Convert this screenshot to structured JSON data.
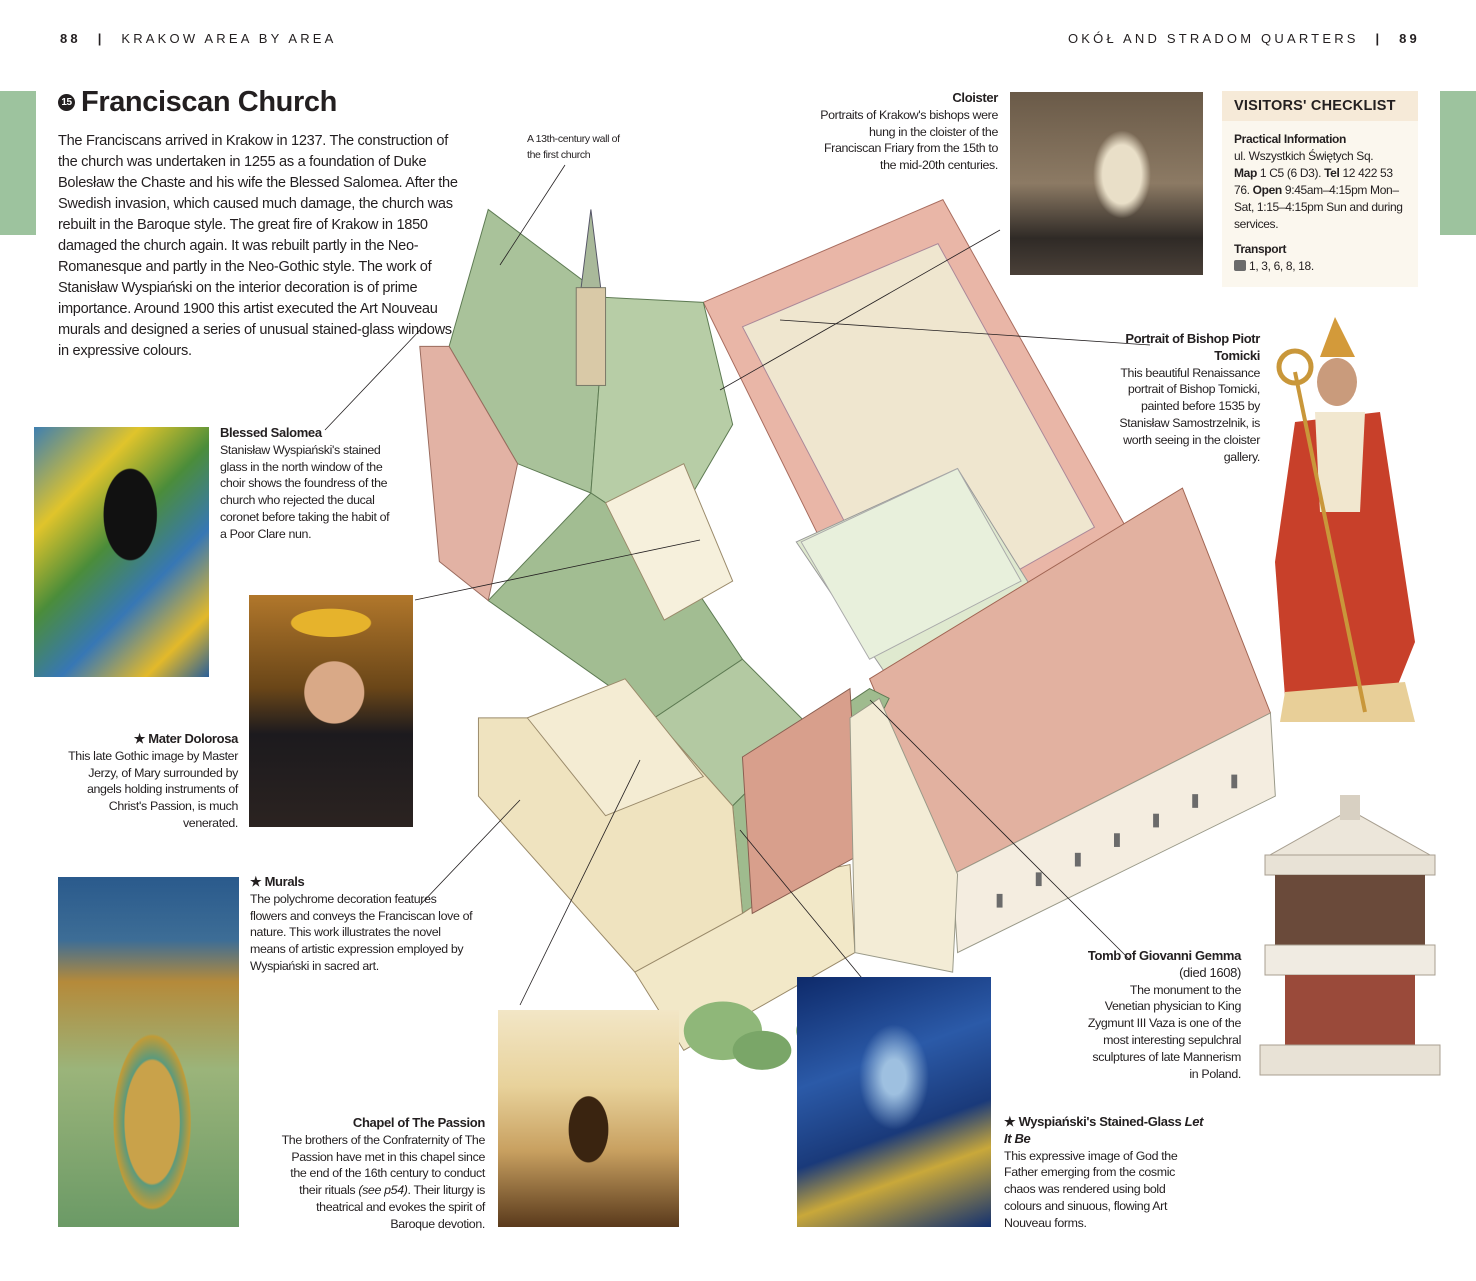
{
  "header": {
    "left_page": "88",
    "left_section": "KRAKOW AREA BY AREA",
    "right_section": "OKÓŁ AND STRADOM QUARTERS",
    "right_page": "89"
  },
  "title": {
    "number": "15",
    "text": "Franciscan Church"
  },
  "intro": "The Franciscans arrived in Krakow in 1237. The construction of the church was undertaken in 1255 as a foundation of Duke Bolesław the Chaste and his wife the Blessed Salomea. After the Swedish invasion, which caused much damage, the church was rebuilt in the Baroque style. The great fire of Krakow in 1850 damaged the church again. It was rebuilt partly in the Neo-Romanesque and partly in the Neo-Gothic style. The work of Stanisław Wyspiański on the interior decoration is of prime importance. Around 1900 this artist executed the Art Nouveau murals and designed a series of unusual stained-glass windows in expressive colours.",
  "callouts": {
    "wall": "A 13th-century wall of the first church",
    "salomea": {
      "title": "Blessed Salomea",
      "text": "Stanisław Wyspiański's stained glass in the north window of the choir shows the foundress of the church who rejected the ducal coronet before taking the habit of a Poor Clare nun."
    },
    "mater": {
      "title": "★ Mater Dolorosa",
      "text": "This late Gothic image by Master Jerzy, of Mary surrounded by angels holding instruments of Christ's Passion, is much venerated."
    },
    "murals": {
      "title": "★ Murals",
      "text": "The polychrome decoration features flowers and conveys the Franciscan love of nature. This work illustrates the novel means of artistic expression employed by Wyspiański in sacred art."
    },
    "chapel": {
      "title": "Chapel of The Passion",
      "text_a": "The brothers of the Confraternity of The Passion have met in this chapel since the end of the 16th century to conduct their rituals ",
      "text_ref": "(see p54)",
      "text_b": ". Their liturgy is theatrical and evokes the spirit of Baroque devotion."
    },
    "stained": {
      "title_a": "★ Wyspiański's Stained-Glass ",
      "title_b": "Let It Be",
      "text": "This expressive image of God the Father emerging from the cosmic chaos was rendered using bold colours and sinuous, flowing Art Nouveau forms."
    },
    "cloister": {
      "title": "Cloister",
      "text": "Portraits of Krakow's bishops were hung in the cloister of the Franciscan Friary from the 15th to the mid-20th centuries."
    },
    "bishop": {
      "title": "Portrait of Bishop Piotr Tomicki",
      "text": "This beautiful Renaissance portrait of Bishop Tomicki, painted before 1535 by Stanisław Samostrzelnik, is worth seeing in the cloister gallery."
    },
    "tomb": {
      "title_a": "Tomb of Giovanni Gemma",
      "title_b": " (died 1608)",
      "text": "The monument to the Venetian physician to King Zygmunt III Vaza is one of the most interesting sepulchral sculptures of late Mannerism in Poland."
    }
  },
  "checklist": {
    "heading": "VISITORS' CHECKLIST",
    "practical_label": "Practical Information",
    "address": "ul. Wszystkich Świętych Sq.",
    "map_label": "Map",
    "map_value": " 1 C5 (6 D3). ",
    "tel_label": "Tel",
    "tel_value": " 12 422 53 76. ",
    "open_label": "Open",
    "open_value": " 9:45am–4:15pm Mon–Sat, 1:15–4:15pm Sun and during services.",
    "transport_label": "Transport",
    "transport_value": "1, 3, 6, 8, 18."
  },
  "colors": {
    "tab": "#9dc39e",
    "checklist_bg": "#fbf7ee",
    "checklist_head": "#f6ead8"
  }
}
